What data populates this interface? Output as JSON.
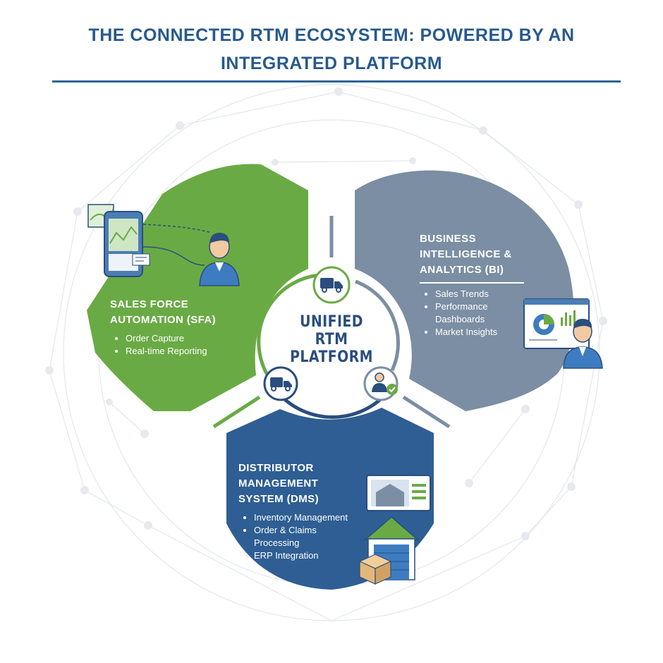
{
  "title": "THE CONNECTED RTM ECOSYSTEM: POWERED BY AN INTEGRATED PLATFORM",
  "center": {
    "label": "UNIFIED RTM PLATFORM"
  },
  "sfa": {
    "heading": "SALES FORCE AUTOMATION (SFA)",
    "bullets": [
      "Order Capture",
      "Real-time Reporting"
    ],
    "color": "#6aaa45"
  },
  "bi": {
    "heading": "BUSINESS INTELLIGENCE & ANALYTICS (BI)",
    "bullets": [
      "Sales Trends",
      "Performance Dashboards",
      "Market Insights"
    ],
    "color": "#7b8ea3"
  },
  "dms": {
    "heading": "DISTRIBUTOR MANAGEMENT SYSTEM (DMS)",
    "bullets": [
      "Inventory Management",
      "Order & Claims Processing",
      "ERP Integration"
    ],
    "color": "#2e5e93"
  },
  "icons": {
    "sfa": [
      "map-icon",
      "tablet-icon",
      "salesperson-icon"
    ],
    "bi": [
      "dashboard-icon",
      "analyst-icon"
    ],
    "dms": [
      "monitor-icon",
      "warehouse-icon",
      "package-icon"
    ],
    "center": [
      "truck-icon",
      "delivery-truck-icon",
      "user-check-icon"
    ]
  },
  "colors": {
    "title": "#27598f",
    "navy": "#2a4e7e",
    "green": "#6aaa45",
    "slate": "#7b8ea3",
    "blue": "#2e5e93"
  }
}
